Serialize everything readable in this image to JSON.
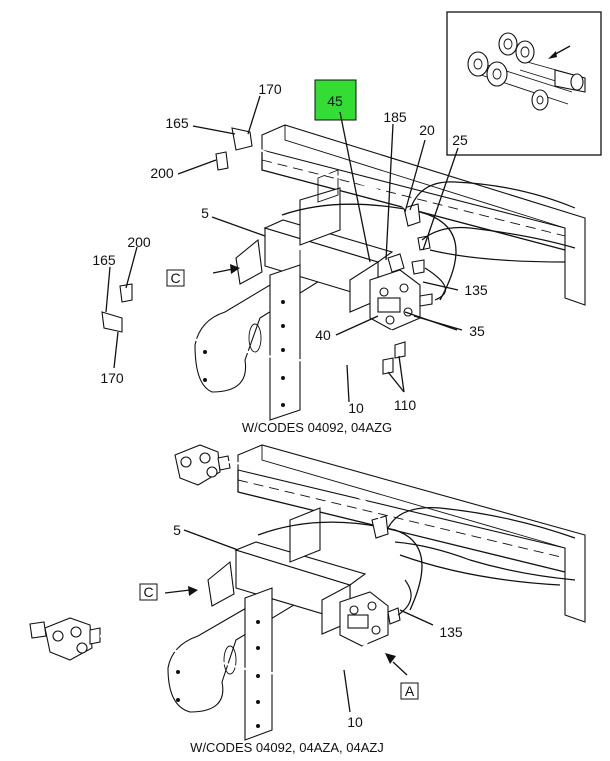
{
  "callouts": {
    "c170_top": "170",
    "c165_top": "165",
    "c200_top": "200",
    "c45": "45",
    "c185": "185",
    "c20": "20",
    "c25": "25",
    "c5_top": "5",
    "c200_mid": "200",
    "c165_mid": "165",
    "c135_top": "135",
    "c35": "35",
    "c40": "40",
    "c170_mid": "170",
    "c10_top": "10",
    "c110": "110",
    "c5_bottom": "5",
    "c135_bottom": "135",
    "c10_bottom": "10"
  },
  "view_refs": {
    "c_top": "C",
    "c_bottom": "C",
    "a_bottom": "A"
  },
  "captions": {
    "top_view": "W/CODES 04092, 04AZG",
    "bottom_view": "W/CODES 04092, 04AZA, 04AZJ"
  },
  "colors": {
    "highlight": "#33dd33",
    "line": "#111111"
  }
}
